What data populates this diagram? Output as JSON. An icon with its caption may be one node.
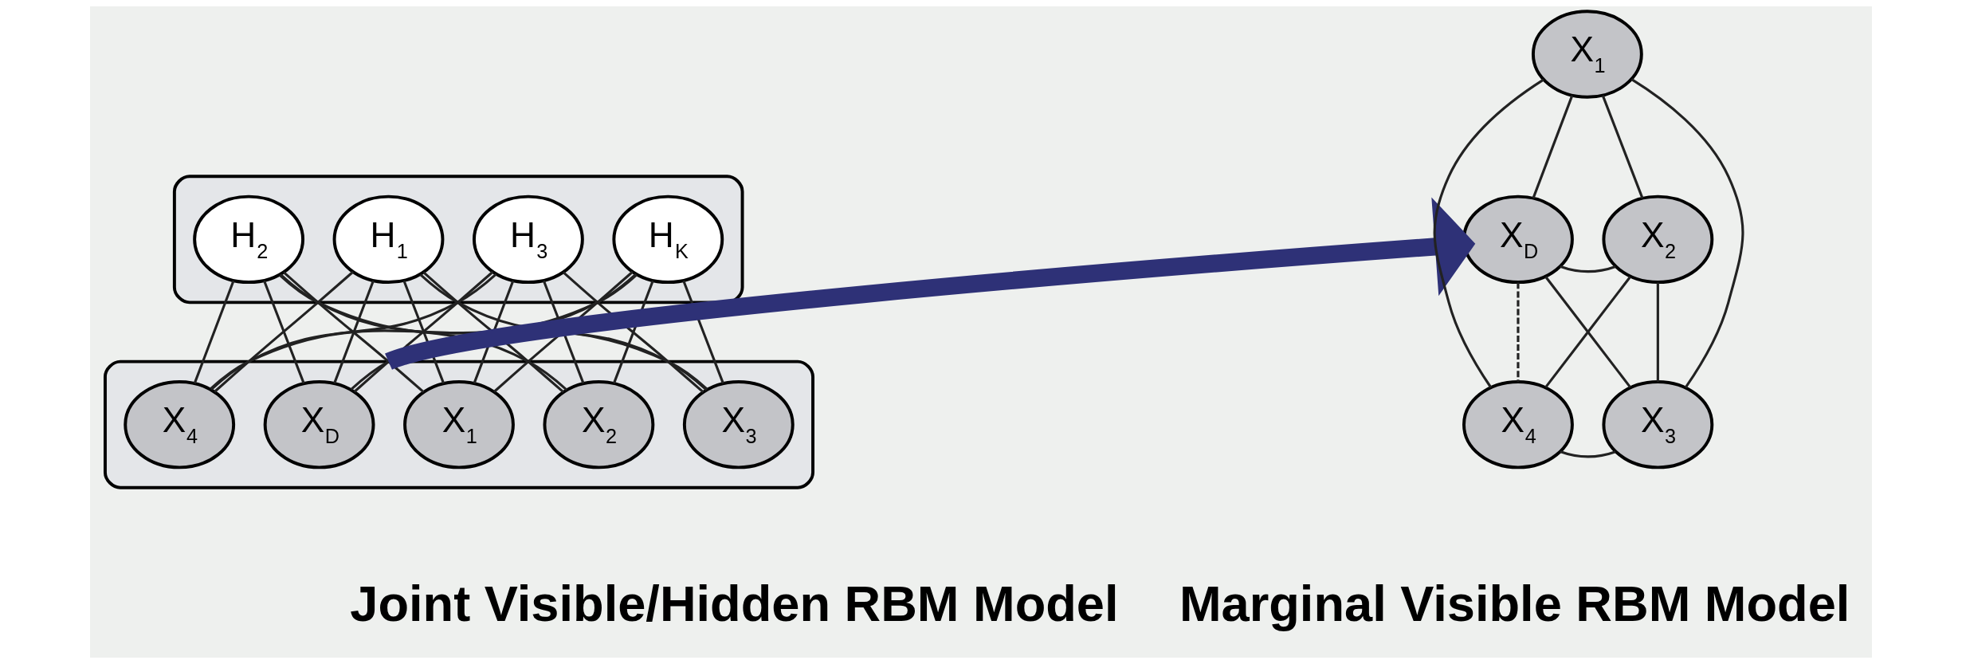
{
  "diagram": {
    "nodes": [
      {
        "text": [],
        "shape": "box"
      },
      {
        "text": [
          "H$_{1}$"
        ],
        "in": 0
      },
      {
        "text": [
          "H$_{2}$"
        ],
        "in": 0
      },
      {
        "text": [
          "H$_{3}$"
        ],
        "in": 0
      },
      {
        "text": [
          "H$_{K}$"
        ],
        "in": 0
      },
      {
        "text": [],
        "shape": "box"
      },
      {
        "text": [
          "X$_{1}$"
        ],
        "in": 5
      },
      {
        "text": [
          "X$_{2}$"
        ],
        "in": 5
      },
      {
        "text": [
          "X$_{3}$"
        ],
        "in": 5
      },
      {
        "text": [
          "X$_{4}$"
        ],
        "in": 5
      },
      {
        "text": [
          "X$_{D}$"
        ],
        "in": 5
      },
      {
        "text": [
          "X$_{1}$"
        ]
      },
      {
        "text": [
          "X$_{D}$"
        ]
      },
      {
        "text": [
          "X$_{2}$"
        ]
      },
      {
        "text": [
          "X$_{4}$"
        ]
      },
      {
        "text": [
          "X$_{3}$"
        ]
      }
    ],
    "edges": [
      {
        "from": 1,
        "to": 6,
        "arrow": "none"
      },
      {
        "from": 1,
        "to": 7,
        "arrow": "none"
      },
      {
        "from": 1,
        "to": 8,
        "arrow": "none"
      },
      {
        "from": 1,
        "to": 9,
        "arrow": "none"
      },
      {
        "from": 1,
        "to": 10,
        "arrow": "none"
      },
      {
        "from": 2,
        "to": 6,
        "arrow": "none"
      },
      {
        "from": 2,
        "to": 7,
        "arrow": "none"
      },
      {
        "from": 2,
        "to": 8,
        "arrow": "none"
      },
      {
        "from": 2,
        "to": 9,
        "arrow": "none"
      },
      {
        "from": 2,
        "to": 10,
        "arrow": "none"
      },
      {
        "from": 3,
        "to": 6,
        "arrow": "none"
      },
      {
        "from": 3,
        "to": 7,
        "arrow": "none"
      },
      {
        "from": 3,
        "to": 8,
        "arrow": "none"
      },
      {
        "from": 3,
        "to": 9,
        "arrow": "none"
      },
      {
        "from": 3,
        "to": 10,
        "arrow": "none"
      },
      {
        "from": 4,
        "to": 6,
        "arrow": "none"
      },
      {
        "from": 4,
        "to": 7,
        "arrow": "none"
      },
      {
        "from": 4,
        "to": 8,
        "arrow": "none"
      },
      {
        "from": 4,
        "to": 9,
        "arrow": "none"
      },
      {
        "from": 4,
        "to": 10,
        "arrow": "none"
      },
      {
        "from": 5,
        "to": 12,
        "arrow": "to",
        "style": "thick",
        "color": "#2e3177"
      },
      {
        "from": 11,
        "to": 12,
        "arrow": "none"
      },
      {
        "from": 11,
        "to": 13,
        "arrow": "none"
      },
      {
        "from": 11,
        "to": 14,
        "arrow": "none"
      },
      {
        "from": 11,
        "to": 15,
        "arrow": "none"
      },
      {
        "from": 12,
        "to": 13,
        "arrow": "none"
      },
      {
        "from": 12,
        "to": 15,
        "arrow": "none"
      },
      {
        "from": 12,
        "to": 14,
        "arrow": "none",
        "style": "dashed"
      },
      {
        "from": 13,
        "to": 14,
        "arrow": "none"
      },
      {
        "from": 13,
        "to": 15,
        "arrow": "none"
      },
      {
        "from": 14,
        "to": 15,
        "arrow": "none"
      }
    ],
    "labels": [
      "Joint Visible/Hidden RBM Model",
      "Marginal Visible RBM Model"
    ]
  }
}
